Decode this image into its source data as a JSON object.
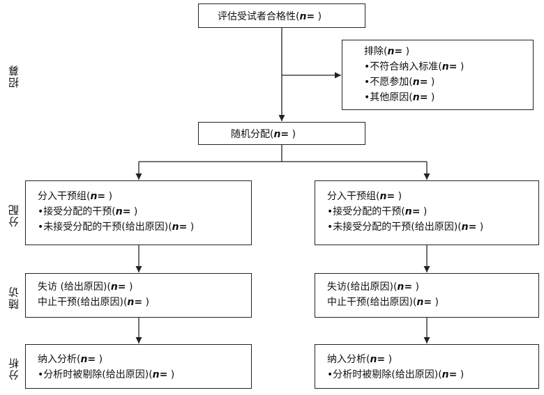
{
  "phases": {
    "recruit": "招募",
    "allocate": "分配",
    "followup": "随访",
    "analysis": "分析"
  },
  "n_label": "n=",
  "assess": {
    "title": "评估受试者合格性"
  },
  "exclude": {
    "title": "排除",
    "items": [
      "•不符合纳入标准",
      "•不愿参加",
      "•其他原因"
    ]
  },
  "randomize": {
    "title": "随机分配"
  },
  "arms": [
    {
      "alloc": [
        "分入干预组",
        "•接受分配的干预",
        "•未接受分配的干预(给出原因)"
      ],
      "followup": [
        "失访 (给出原因)",
        "中止干预(给出原因)"
      ],
      "analysis": [
        "纳入分析",
        "•分析时被剔除(给出原因)"
      ]
    },
    {
      "alloc": [
        "分入干预组",
        "•接受分配的干预",
        "•未接受分配的干预(给出原因)"
      ],
      "followup": [
        "失访(给出原因)",
        "中止干预(给出原因)"
      ],
      "analysis": [
        "纳入分析",
        "•分析时被剔除(给出原因)"
      ]
    }
  ]
}
